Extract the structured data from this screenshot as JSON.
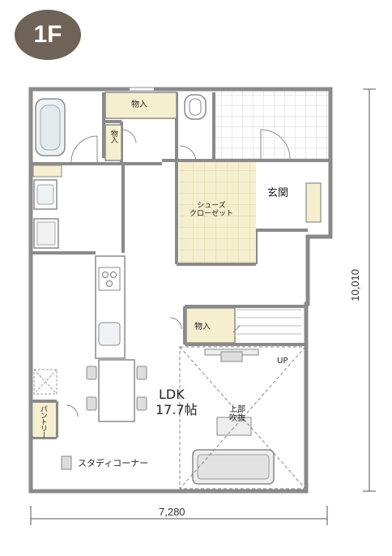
{
  "floor": {
    "label": "1F"
  },
  "rooms": {
    "storage_top": "物入",
    "storage_small": "物入",
    "storage_stair": "物入",
    "shoe_closet": "シューズ\nクローゼット",
    "entrance": "玄関",
    "ldk_name": "LDK",
    "ldk_size": "17.7帖",
    "void": "上部\n吹抜",
    "up": "UP",
    "pantry": "パントリー",
    "study": "スタディコーナー"
  },
  "dimensions": {
    "width": "7,280",
    "height": "10,010"
  },
  "colors": {
    "badge": "#6f6358",
    "wall": "#8a8a8a",
    "storage_fill": "#f6efcf",
    "tile": "#c9c9c9"
  }
}
